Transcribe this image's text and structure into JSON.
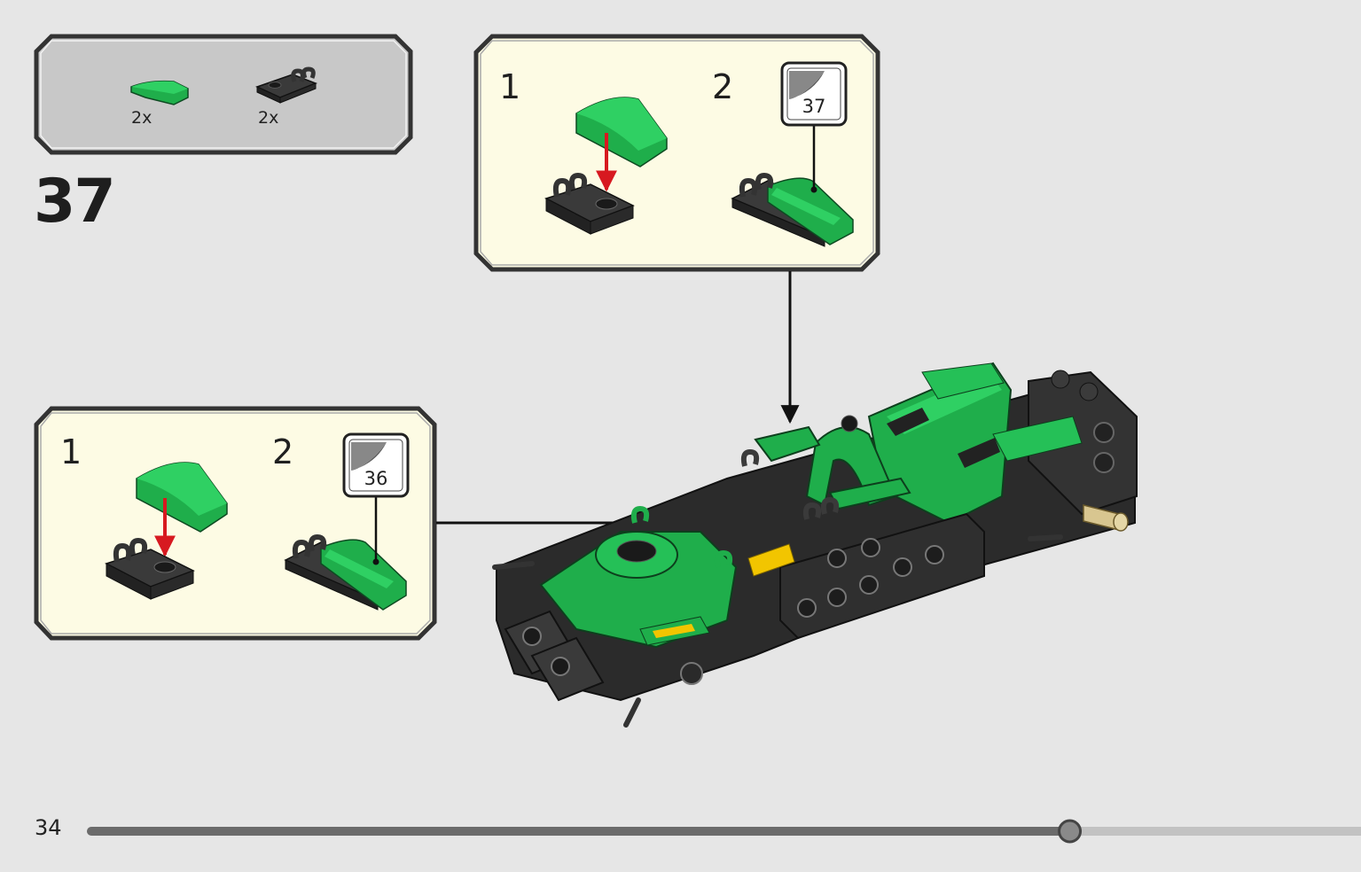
{
  "step": {
    "number": "37",
    "parts_list": [
      {
        "part": "green-curved-slope",
        "quantity": "2x"
      },
      {
        "part": "black-plate-with-clip",
        "quantity": "2x"
      }
    ],
    "callouts": [
      {
        "sub_steps": [
          "1",
          "2"
        ],
        "sticker": "37"
      },
      {
        "sub_steps": [
          "1",
          "2"
        ],
        "sticker": "36"
      }
    ]
  },
  "page": {
    "number": "34",
    "progress_fraction": 0.786
  },
  "colors": {
    "background": "#e6e6e6",
    "callout_fill": "#fdfbe4",
    "parts_fill": "#c8c8c8",
    "brick_green": "#1fae4b",
    "arrow_red": "#d71920",
    "brick_black": "#2a2a2a"
  }
}
